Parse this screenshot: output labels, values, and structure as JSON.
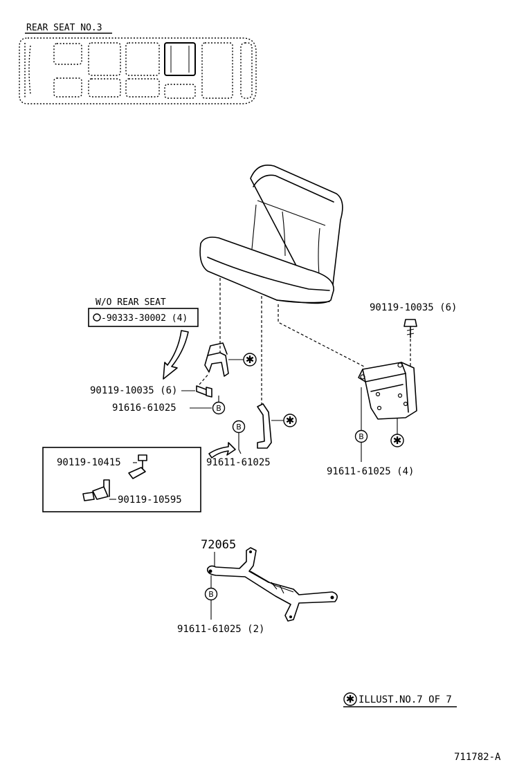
{
  "header": {
    "title": "REAR SEAT  NO.3"
  },
  "notes": {
    "without_seat_label": "W/O REAR SEAT",
    "without_seat_part": "-90333-30002 (4)"
  },
  "parts": {
    "bolt_right": "90119-10035 (6)",
    "bolt_left": "90119-10035 (6)",
    "bolt_b_left": "91616-61025",
    "bolt_b_center": "91611-61025",
    "bolt_b_right": "91611-61025 (4)",
    "inset_bolt_top": "90119-10415",
    "inset_bolt_bottom": "90119-10595",
    "frame_number": "72065",
    "frame_bolt": "91611-61025 (2)"
  },
  "markers": {
    "b_letter": "B",
    "star_glyph": "✱"
  },
  "footer": {
    "illust_ref": "ILLUST.NO.7 OF 7",
    "figure_id": "711782-A"
  }
}
